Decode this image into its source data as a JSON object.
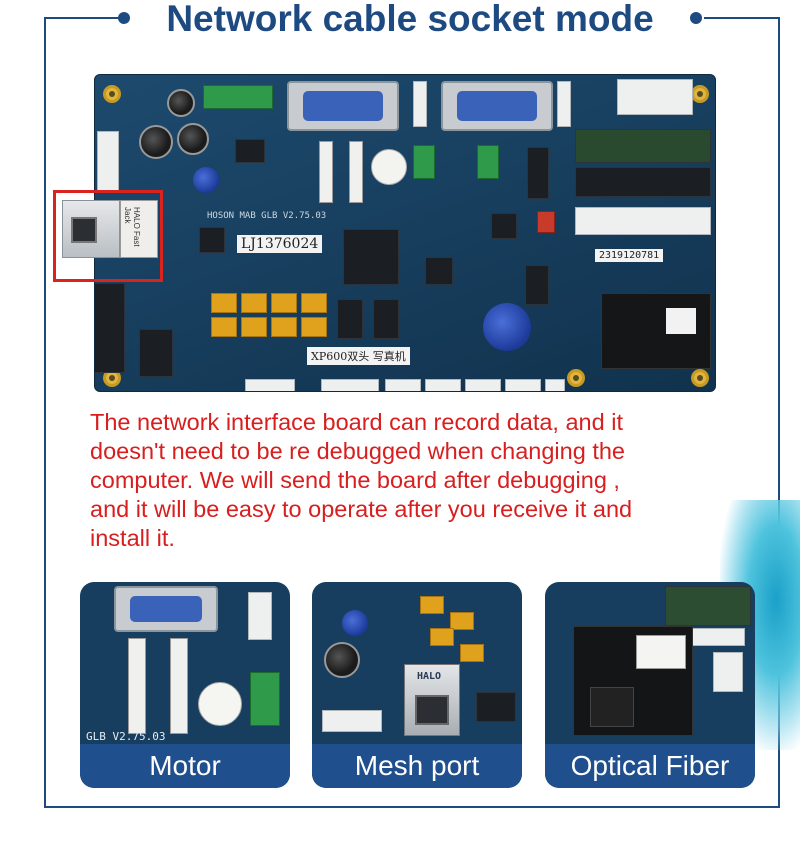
{
  "header": {
    "title": "Network cable socket mode"
  },
  "board": {
    "model_text": "HOSON MAB GLB V2.75.03",
    "handwritten_label": "LJ1376024",
    "serial_label": "2319120781",
    "printer_label": "XP600双头 写真机",
    "connector_text": "HALO Fast Jack"
  },
  "description": {
    "lines": [
      "The network interface board can record data, and it",
      "doesn't need to be re debugged when changing the",
      "computer. We will send the board after debugging ,",
      "and it will be easy to operate after you receive it and",
      "install it."
    ]
  },
  "thumbnails": [
    {
      "caption": "Motor",
      "board_text": "GLB V2.75.03"
    },
    {
      "caption": "Mesh port",
      "board_text": "HALO"
    },
    {
      "caption": "Optical Fiber",
      "board_text": ""
    }
  ],
  "colors": {
    "title_blue": "#1e4a82",
    "description_red": "#d81e1e",
    "caption_bg": "#1f4f8c",
    "highlight_red": "#d8231e"
  }
}
